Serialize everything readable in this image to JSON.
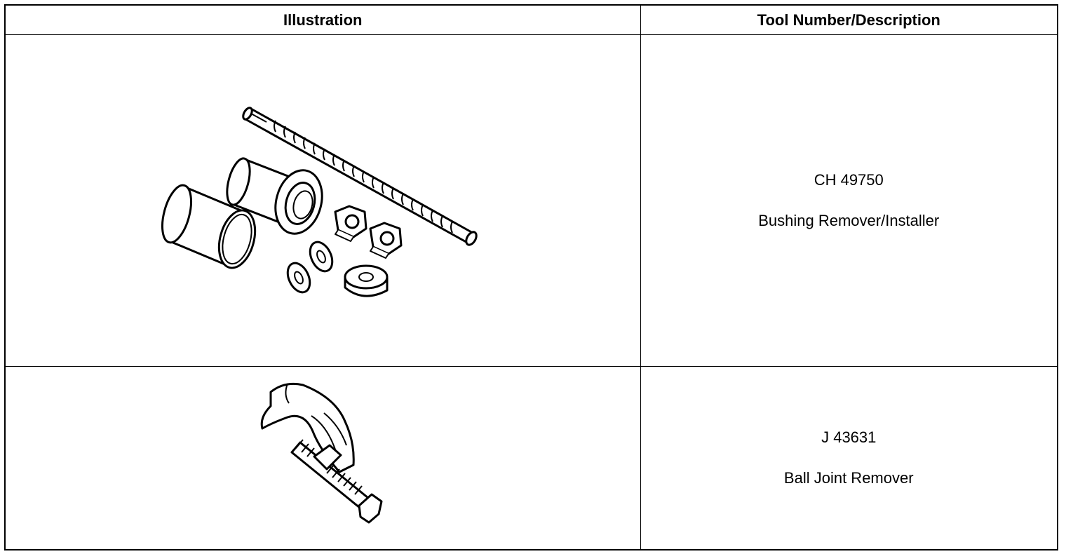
{
  "header": {
    "illustration": "Illustration",
    "tool": "Tool Number/Description"
  },
  "tools": [
    {
      "number": "CH 49750",
      "description": "Bushing Remover/Installer",
      "icon": "bushing-remover-installer-kit"
    },
    {
      "number": "J 43631",
      "description": "Ball Joint Remover",
      "icon": "ball-joint-remover-clamp"
    }
  ]
}
